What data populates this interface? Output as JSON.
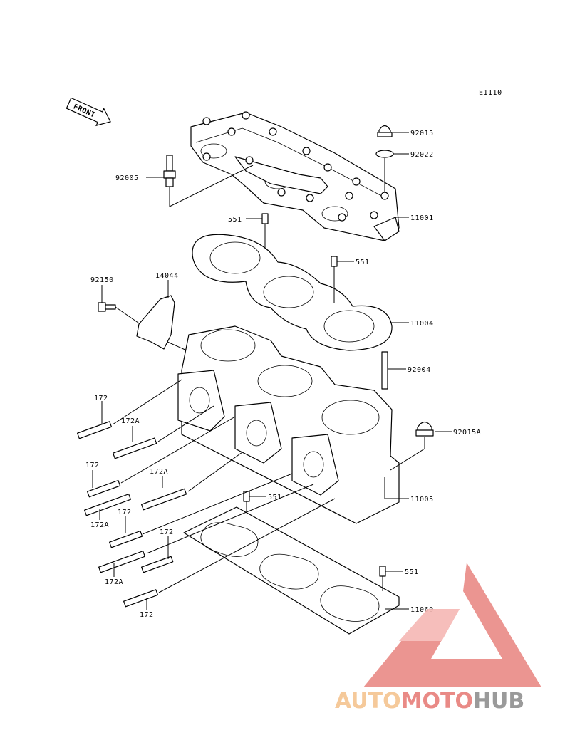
{
  "figure_code": "E1110",
  "front_label": "FRONT",
  "callouts": {
    "c92015": "92015",
    "c92022": "92022",
    "c92005": "92005",
    "c11001": "11001",
    "c551_top": "551",
    "c551_mid": "551",
    "c92150": "92150",
    "c14044": "14044",
    "c11004": "11004",
    "c92004": "92004",
    "c92015A": "92015A",
    "c11005": "11005",
    "c551_low": "551",
    "c551_bot": "551",
    "c11060": "11060",
    "s172_a": "172",
    "s172A_a": "172A",
    "s172_b": "172",
    "s172A_b": "172A",
    "s172A_c": "172A",
    "s172_c": "172",
    "s172_d": "172",
    "s172A_d": "172A",
    "s172_e": "172"
  },
  "watermark": {
    "part1": "AUTO",
    "part2": "MOTO",
    "part3": "HUB",
    "color_light": "#f5c99a",
    "color_red": "#e98a86",
    "color_grey": "#9a9a9a"
  }
}
